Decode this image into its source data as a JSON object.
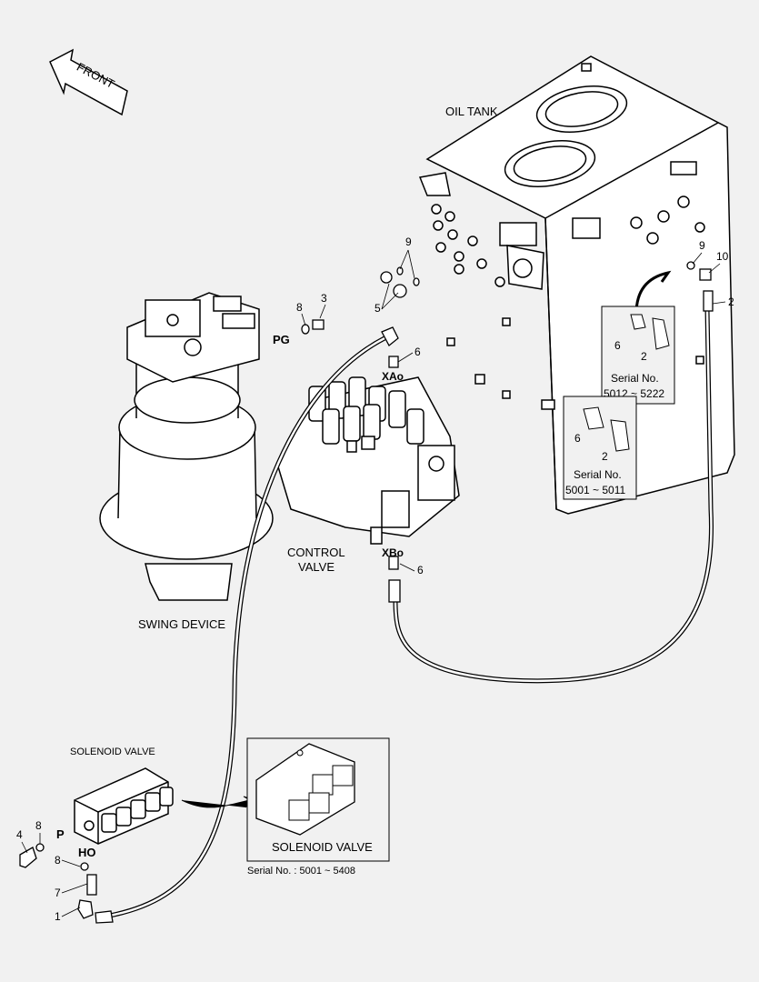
{
  "labels": {
    "front": "FRONT",
    "oil_tank": "OIL TANK",
    "swing_device": "SWING DEVICE",
    "control_valve_line1": "CONTROL",
    "control_valve_line2": "VALVE",
    "solenoid_valve": "SOLENOID VALVE",
    "solenoid_valve_inset": "SOLENOID VALVE",
    "port_pg": "PG",
    "port_xao": "XAo",
    "port_xbo": "XBo",
    "port_p": "P",
    "port_ho": "HO"
  },
  "insets": {
    "serial_a_label": "Serial No.",
    "serial_a_range": "5012 ~ 5222",
    "serial_b_label": "Serial No.",
    "serial_b_range": "5001 ~ 5011",
    "serial_c_text": "Serial No.  : 5001 ~ 5408"
  },
  "callouts": {
    "n1": "1",
    "n2a": "2",
    "n2b": "2",
    "n2c": "2",
    "n3": "3",
    "n4": "4",
    "n5": "5",
    "n6a": "6",
    "n6b": "6",
    "n6c": "6",
    "n6d": "6",
    "n7": "7",
    "n8a": "8",
    "n8b": "8",
    "n8c": "8",
    "n9a": "9",
    "n9b": "9",
    "n10": "10"
  },
  "colors": {
    "background": "#f1f1f1",
    "line": "#000000"
  }
}
